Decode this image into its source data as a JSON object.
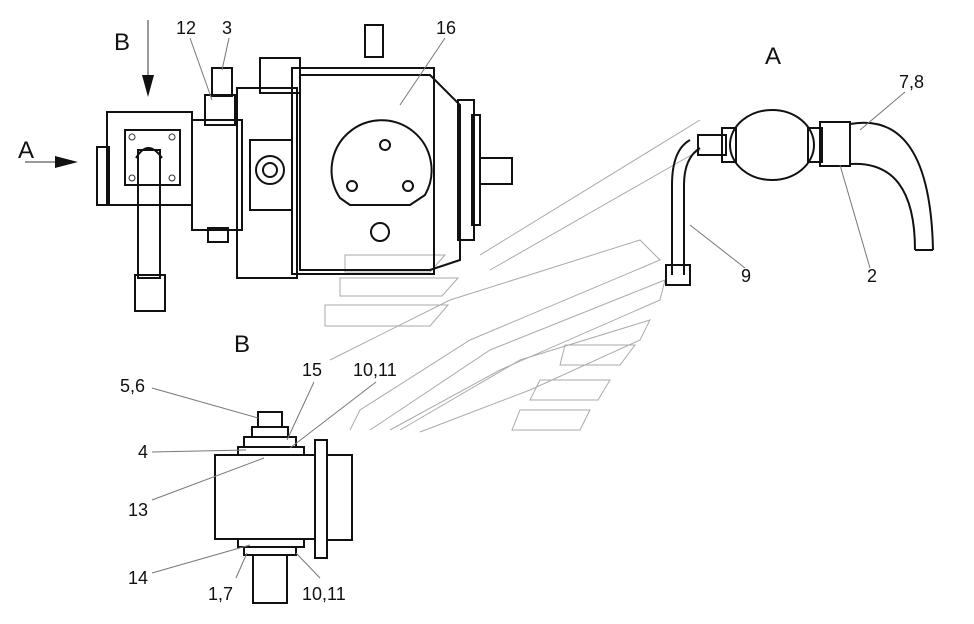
{
  "views": {
    "main_view_label": "B",
    "main_arrow_label": "A",
    "detail_b_title": "B",
    "detail_a_title": "A"
  },
  "callouts": {
    "c12": "12",
    "c3": "3",
    "c16": "16",
    "c78": "7,8",
    "c9": "9",
    "c2": "2",
    "c15": "15",
    "c56": "5,6",
    "c1011_top": "10,11",
    "c4": "4",
    "c13": "13",
    "c14": "14",
    "c17": "1,7",
    "c1011_bottom": "10,11"
  }
}
